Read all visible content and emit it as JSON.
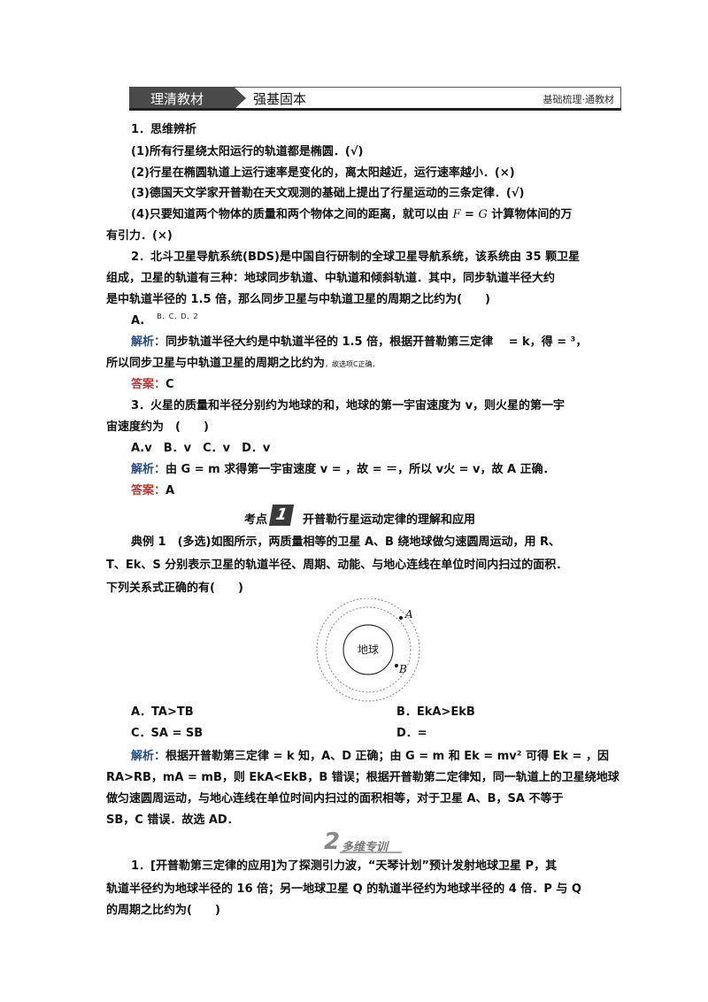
{
  "header": {
    "tab1": "理清教材",
    "tab2": "强基固本",
    "right": "基础梳理·通教材"
  },
  "s1": {
    "title": "1．思维辨析",
    "items": [
      "(1)所有行星绕太阳运行的轨道都是椭圆．(√)",
      "(2)行星在椭圆轨道上运行速率是变化的，离太阳越近，运行速率越小．(×)",
      "(3)德国天文学家开普勒在天文观测的基础上提出了行星运动的三条定律．(√)"
    ],
    "item4_a": "(4)只要知道两个物体的质量和两个物体之间的距离，就可以由 ",
    "item4_f": "F",
    "item4_eq": " = ",
    "item4_g": "G",
    "item4_b": " 计算物体间的万",
    "item4_c": "有引力．(×)"
  },
  "q2": {
    "l1": "2．北斗卫星导航系统(BDS)是中国自行研制的全球卫星导航系统，该系统由 35 颗卫星",
    "l2": "组成，卫星的轨道有三种：地球同步轨道、中轨道和倾斜轨道．其中，同步轨道半径大约",
    "l3": "是中轨道半径的 1.5 倍，那么同步卫星与中轨道卫星的周期之比约为(　　)",
    "opt_a": "A.",
    "opt_rest": "B．C．D．2",
    "jx_label": "解析：",
    "jx_l1": "同步轨道半径大约是中轨道半径的 1.5 倍，根据开普勒第三定律 　= k，得 = ³，",
    "jx_l2": "所以同步卫星与中轨道卫星的周期之比约为",
    "jx_l2_small": "，故选项C正确．",
    "ans_label": "答案：",
    "ans": "C"
  },
  "q3": {
    "l1": "3．火星的质量和半径分别约为地球的和，地球的第一宇宙速度为 v，则火星的第一宇",
    "l2": "宙速度约为　(　　)",
    "opts": "A.v　B．v　C．v　D．v",
    "jx_label": "解析：",
    "jx": "由 G = m 求得第一宇宙速度 v = ，故 = ＝，所以 v火 = v，故 A 正确．",
    "ans_label": "答案：",
    "ans": "A"
  },
  "kaodian": {
    "label": "考点",
    "num": "1",
    "title": "开普勒行星运动定律的理解和应用"
  },
  "ex1": {
    "l1": "典例 1　(多选)如图所示，两质量相等的卫星 A、B 绕地球做匀速圆周运动，用 R、",
    "l2": "T、Ek、S 分别表示卫星的轨道半径、周期、动能、与地心连线在单位时间内扫过的面积．",
    "l3": "下列关系式正确的有(　　)",
    "earth_label": "地球",
    "label_a": "A",
    "label_b": "B",
    "opt_a": "A．TA>TB",
    "opt_b": "B．EkA>EkB",
    "opt_c": "C．SA = SB",
    "opt_d": "D．=",
    "jx_label": "解析：",
    "jx_l1": "根据开普勒第三定律 = k 知，A、D 正确；由 G = m 和 Ek = mv² 可得 Ek = ，因",
    "jx_l2": "RA>RB，mA = mB，则 EkA<EkB，B 错误；根据开普勒第二定律知，同一轨道上的卫星绕地球",
    "jx_l3": "做匀速圆周运动，与地心连线在单位时间内扫过的面积相等，对于卫星 A、B，SA 不等于",
    "jx_l4": "SB，C 错误．故选 AD．"
  },
  "duowei": {
    "num": "2",
    "title": "多维专训"
  },
  "q4": {
    "l1": "1．[开普勒第三定律的应用]为了探测引力波，“天琴计划”预计发射地球卫星 P，其",
    "l2": "轨道半径约为地球半径的 16 倍；另一地球卫星 Q 的轨道半径约为地球半径的 4 倍．P 与 Q",
    "l3": "的周期之比约为(　　)"
  }
}
